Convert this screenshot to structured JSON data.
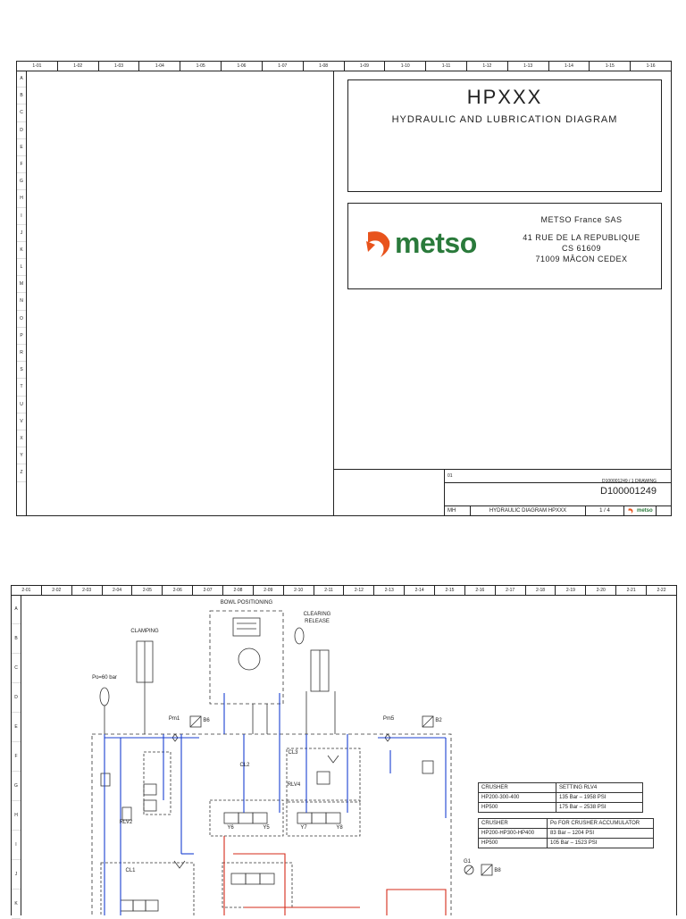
{
  "sheet1": {
    "columns": [
      "1-01",
      "1-02",
      "1-03",
      "1-04",
      "1-05",
      "1-06",
      "1-07",
      "1-08",
      "1-09",
      "1-10",
      "1-11",
      "1-12",
      "1-13",
      "1-14",
      "1-15",
      "1-16"
    ],
    "rows": [
      "A",
      "B",
      "C",
      "D",
      "E",
      "F",
      "G",
      "H",
      "I",
      "J",
      "K",
      "L",
      "M",
      "N",
      "O",
      "P",
      "R",
      "S",
      "T",
      "U",
      "V",
      "X",
      "Y",
      "Z"
    ],
    "title": "HPXXX",
    "subtitle": "HYDRAULIC AND LUBRICATION DIAGRAM",
    "logo_word": "metso",
    "company": "METSO France SAS",
    "address": [
      "41 RUE DE LA REPUBLIQUE",
      "CS 61609",
      "71009 MÂCON CEDEX"
    ],
    "stamp": {
      "revision": "01",
      "doc_header": "D100001249 / 1 DRAWING",
      "doc_number": "D100001249",
      "author": "MH",
      "drawing_title": "HYDRAULIC DIAGRAM HPXXX",
      "sheet": "1 / 4",
      "logo_word": "metso"
    }
  },
  "sheet2": {
    "columns": [
      "2-01",
      "2-02",
      "2-03",
      "2-04",
      "2-05",
      "2-06",
      "2-07",
      "2-08",
      "2-09",
      "2-10",
      "2-11",
      "2-12",
      "2-13",
      "2-14",
      "2-15",
      "2-16",
      "2-17",
      "2-18",
      "2-19",
      "2-20",
      "2-21",
      "2-22"
    ],
    "rows": [
      "A",
      "B",
      "C",
      "D",
      "E",
      "F",
      "G",
      "H",
      "I",
      "J",
      "K"
    ],
    "labels": {
      "bowl_positioning": "BOWL POSITIONING",
      "clamping": "CLAMPING",
      "clearing": "CLEARING",
      "release": "RELEASE",
      "po": "Po=60 bar",
      "pm1": "Pm1",
      "b6": "B6",
      "pm5": "Pm5",
      "b2": "B2",
      "cl1": "CL1",
      "cl2": "CL2",
      "cl3": "CL3",
      "rlv4": "RLV4",
      "rlv2": "RLV2",
      "g1": "G1",
      "b8": "B8",
      "y5": "Y5",
      "y6": "Y6",
      "y7": "Y7",
      "y8": "Y8"
    },
    "table1": {
      "header": [
        "CRUSHER",
        "SETTING RLV4"
      ],
      "rows": [
        [
          "HP200-300-400",
          "135 Bar – 1958 PSI"
        ],
        [
          "HP500",
          "175 Bar – 2538 PSI"
        ]
      ]
    },
    "table2": {
      "header": [
        "CRUSHER",
        "Po FOR CRUSHER ACCUMULATOR"
      ],
      "rows": [
        [
          "HP200-HP300-HP400",
          "83 Bar – 1204 PSI"
        ],
        [
          "HP500",
          "105 Bar – 1523 PSI"
        ]
      ]
    }
  },
  "colors": {
    "metso_orange": "#e8531c",
    "metso_green": "#2a7a3b",
    "pressure_line": "#1a3fd0",
    "return_line": "#d42b1a"
  }
}
